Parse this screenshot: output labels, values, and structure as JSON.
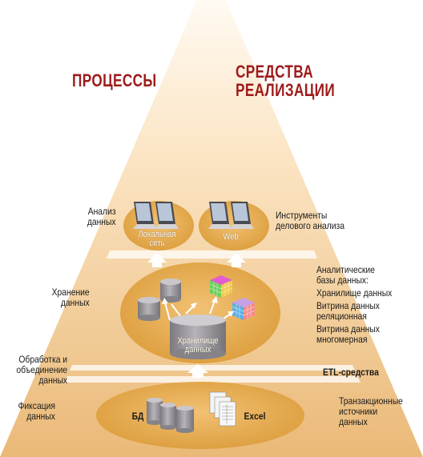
{
  "headers": {
    "processes": "ПРОЦЕССЫ",
    "tools_line1": "СРЕДСТВА",
    "tools_line2": "РЕАЛИЗАЦИИ"
  },
  "left_labels": {
    "analysis_l1": "Анализ",
    "analysis_l2": "данных",
    "storage_l1": "Хранение",
    "storage_l2": "данных",
    "etl_l1": "Обработка и",
    "etl_l2": "объединение",
    "etl_l3": "данных",
    "capture_l1": "Фиксация",
    "capture_l2": "данных"
  },
  "right_labels": {
    "bi_l1": "Инструменты",
    "bi_l2": "делового анализа",
    "adb_l1": "Аналитические",
    "adb_l2": "базы данных:",
    "adb_l3": "Хранилище данных",
    "adb_l4": "Витрина данных",
    "adb_l5": "реляционная",
    "adb_l6": "Витрина данных",
    "adb_l7": "многомерная",
    "etl": "ETL-средства",
    "trans_l1": "Транзакционные",
    "trans_l2": "источники",
    "trans_l3": "данных"
  },
  "inner_labels": {
    "lan_l1": "Локальная",
    "lan_l2": "сеть",
    "web": "Web",
    "dw_l1": "Хранилище",
    "dw_l2": "данных",
    "db": "БД",
    "excel": "Excel"
  },
  "colors": {
    "pyramid_top": "#fdf3e4",
    "pyramid_bottom": "#e9b771",
    "ellipse": "#e3a94a",
    "ellipse_edge": "#c98a2c",
    "band": "#fbe6c4",
    "header": "#9e1b1b",
    "cylinder": "#9a989c"
  }
}
